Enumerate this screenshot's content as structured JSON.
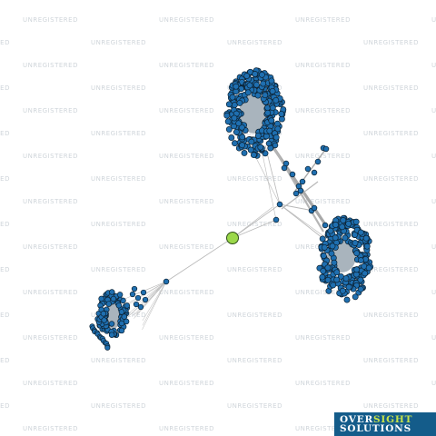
{
  "watermark": {
    "text": "UNREGISTERED"
  },
  "branding": {
    "line1_a": "OVER",
    "line1_b": "SIGHT",
    "line2": "SOLUTIONS",
    "background": "#145c8a",
    "accent": "#c6e34a"
  },
  "colors": {
    "node_fill": "#1f6fb0",
    "node_stroke": "#0c2233",
    "central_node": "#9bd84a",
    "edge": "#b8b8b8",
    "cluster_core": "#a9b4bd"
  },
  "graph": {
    "central_node": "highlighted entity (green)",
    "clusters": [
      {
        "id": "cluster-top",
        "nodes": 260
      },
      {
        "id": "cluster-right",
        "nodes": 230
      },
      {
        "id": "cluster-left",
        "nodes": 110
      }
    ]
  }
}
